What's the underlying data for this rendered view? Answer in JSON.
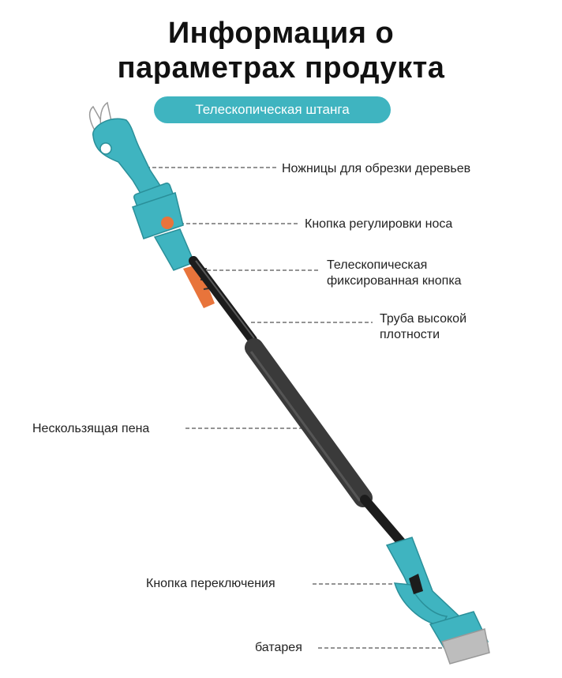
{
  "title_line1": "Информация о",
  "title_line2": "параметрах продукта",
  "badge": "Телескопическая штанга",
  "labels": {
    "shears": "Ножницы для обрезки деревьев",
    "nose_button": "Кнопка регулировки носа",
    "telescopic_line1": "Телескопическая",
    "telescopic_line2": "фиксированная кнопка",
    "tube_line1": "Труба высокой",
    "tube_line2": "плотности",
    "foam": "Нескользящая пена",
    "switch": "Кнопка переключения",
    "battery": "батарея"
  },
  "colors": {
    "teal": "#3fb4c0",
    "orange": "#e8743b",
    "pole": "#1c1c1c",
    "foam": "#3a3a3a",
    "battery": "#bdbdbd"
  }
}
